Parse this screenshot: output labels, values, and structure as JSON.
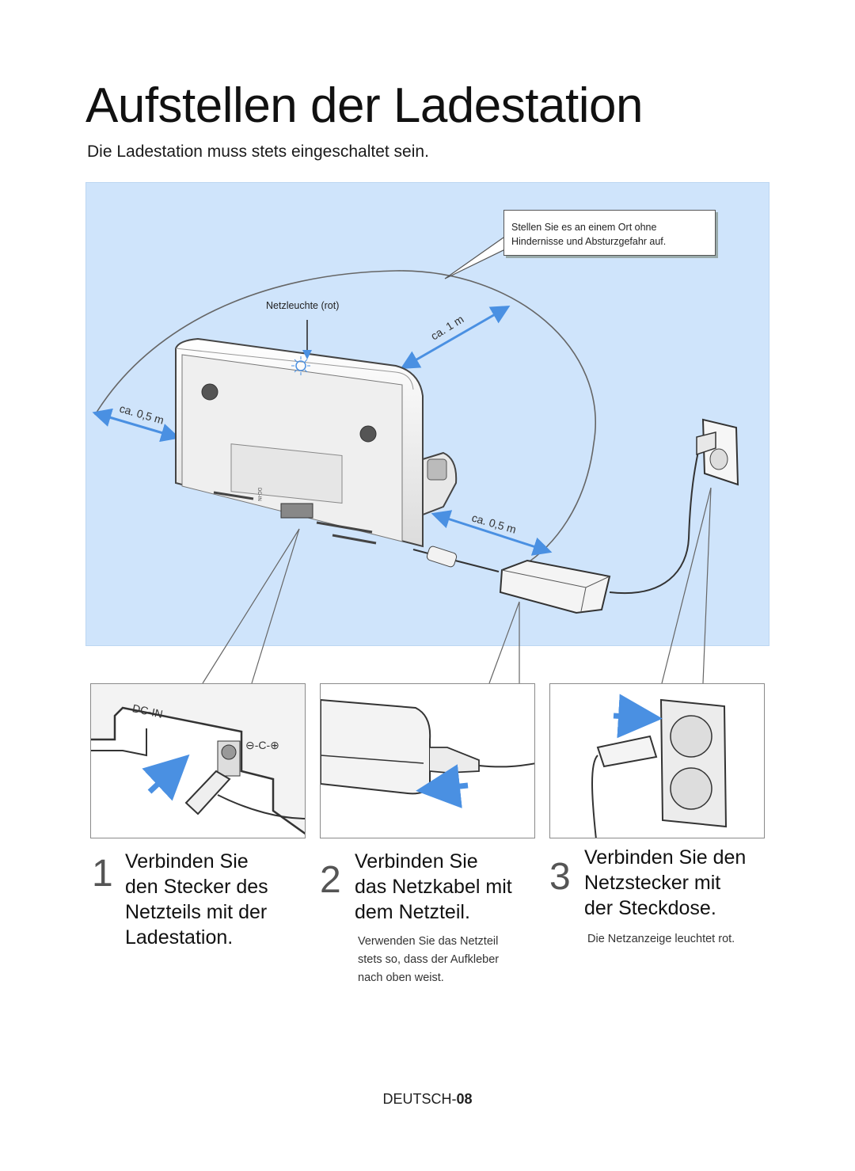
{
  "page": {
    "title": "Aufstellen der Ladestation",
    "subtitle": "Die Ladestation muss stets eingeschaltet sein."
  },
  "diagram": {
    "callout": "Stellen Sie es an einem Ort ohne Hindernisse und Absturzgefahr auf.",
    "power_light_label": "Netzleuchte (rot)",
    "distance_top": "ca. 1 m",
    "distance_left": "ca. 0,5 m",
    "distance_right": "ca. 0,5 m",
    "dc_in_small": "DC-IN",
    "dc_in_large": "DC-IN"
  },
  "steps": [
    {
      "number": "1",
      "line1": "Verbinden Sie",
      "line2": "den Stecker des",
      "line3": "Netzteils mit der",
      "line4": "Ladestation.",
      "note": ""
    },
    {
      "number": "2",
      "line1": "Verbinden Sie",
      "line2": "das Netzkabel mit",
      "line3": "dem Netzteil.",
      "line4": "",
      "note_line1": "Verwenden Sie das Netzteil",
      "note_line2": "stets so, dass der Aufkleber",
      "note_line3": "nach oben weist."
    },
    {
      "number": "3",
      "line1": "Verbinden Sie den",
      "line2": "Netzstecker mit",
      "line3": "der Steckdose.",
      "line4": "",
      "note_line1": "Die Netzanzeige leuchtet rot."
    }
  ],
  "footer": {
    "language": "DEUTSCH-",
    "page_number": "08"
  },
  "colors": {
    "scene_bg": "#cfe4fb",
    "arrow_blue": "#4a90e2",
    "dock_body": "#f2f2f2"
  }
}
